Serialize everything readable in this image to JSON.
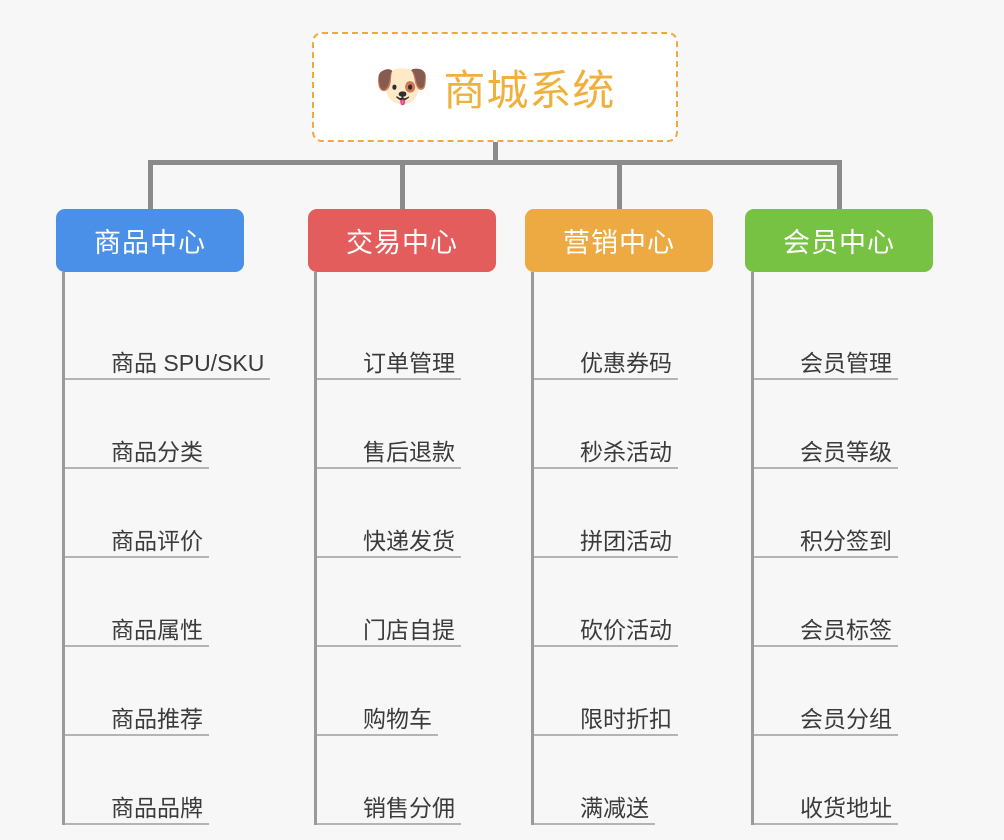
{
  "page": {
    "background_color": "#f7f7f7",
    "line_color": "#8b8b8b",
    "rule_color": "#b4b4b4",
    "leaf_text_color": "#3b3b3b"
  },
  "root": {
    "icon": "shiba-dog-face-emoji",
    "emoji": "🐶",
    "title": "商城系统",
    "title_color": "#f0b03c",
    "border_color": "#eeab3c",
    "border_style": "dashed",
    "background": "#ffffff"
  },
  "columns": [
    {
      "header": "商品中心",
      "color": "#4a90e8",
      "items": [
        "商品 SPU/SKU",
        "商品分类",
        "商品评价",
        "商品属性",
        "商品推荐",
        "商品品牌"
      ]
    },
    {
      "header": "交易中心",
      "color": "#e35d5d",
      "items": [
        "订单管理",
        "售后退款",
        "快递发货",
        "门店自提",
        "购物车",
        "销售分佣"
      ]
    },
    {
      "header": "营销中心",
      "color": "#eda942",
      "items": [
        "优惠券码",
        "秒杀活动",
        "拼团活动",
        "砍价活动",
        "限时折扣",
        "满减送"
      ]
    },
    {
      "header": "会员中心",
      "color": "#78c243",
      "items": [
        "会员管理",
        "会员等级",
        "积分签到",
        "会员标签",
        "会员分组",
        "收货地址"
      ]
    }
  ]
}
